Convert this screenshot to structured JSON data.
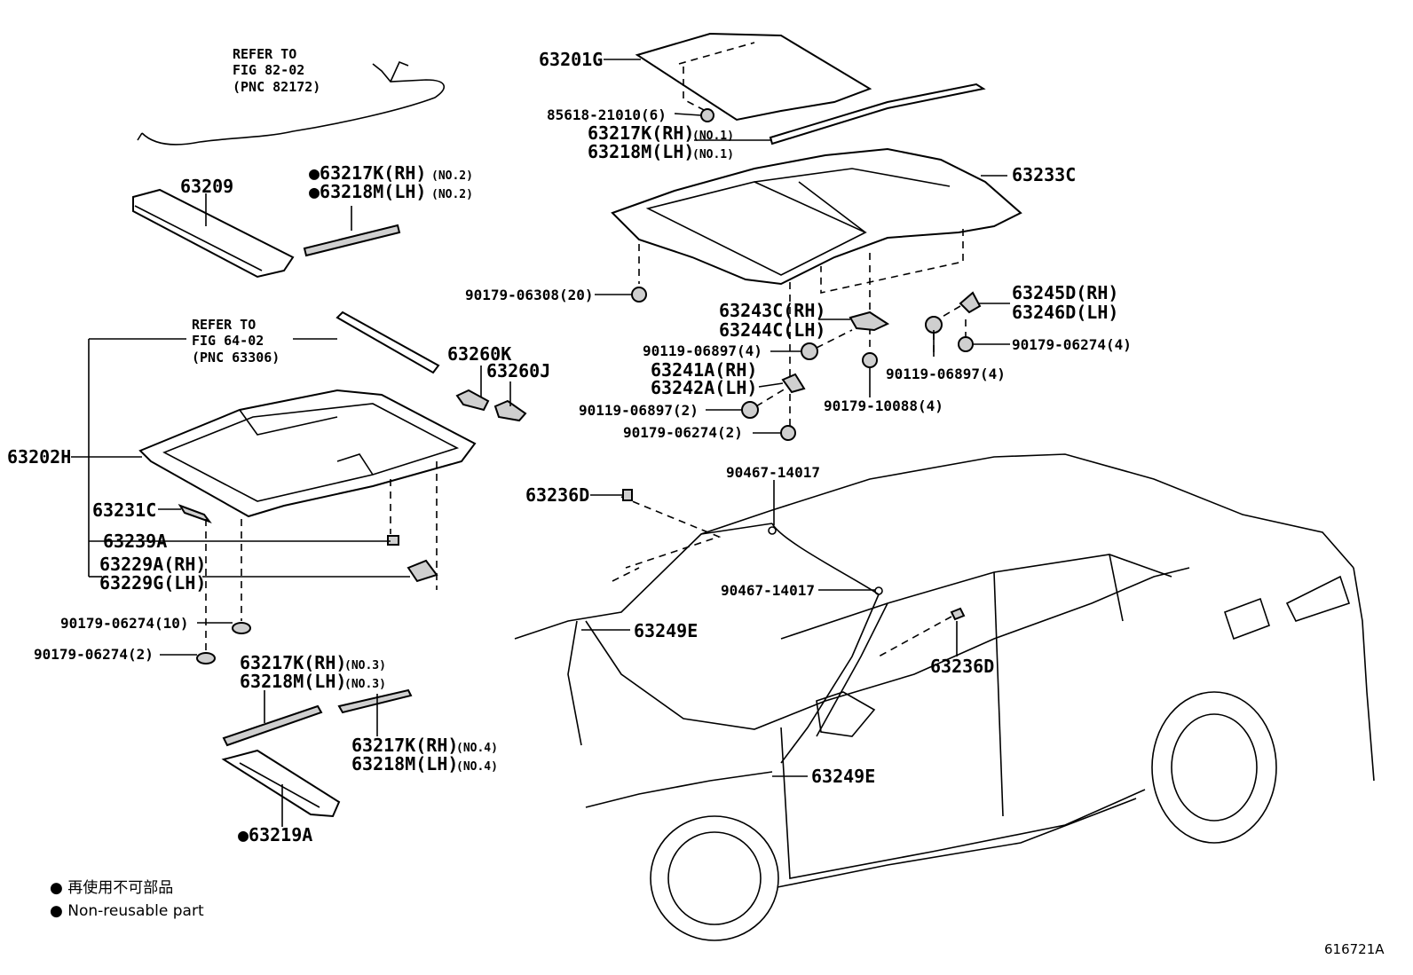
{
  "refs": {
    "ref1": [
      "REFER TO",
      "FIG 82-02",
      "(PNC 82172)"
    ],
    "ref2": [
      "REFER TO",
      "FIG 64-02",
      "(PNC 63306)"
    ]
  },
  "labels": {
    "p63201G": "63201G",
    "p85618": "85618-21010(6)",
    "p63217K_no1": "63217K(RH)",
    "p63217K_no1_suffix": "(NO.1)",
    "p63218M_no1": "63218M(LH)",
    "p63218M_no1_suffix": "(NO.1)",
    "p63233C": "63233C",
    "p63209": "63209",
    "p63217K_no2": "●63217K(RH)",
    "p63217K_no2_suffix": "(NO.2)",
    "p63218M_no2": "●63218M(LH)",
    "p63218M_no2_suffix": "(NO.2)",
    "p90179_06308": "90179-06308(20)",
    "p63245D": "63245D(RH)",
    "p63246D": "63246D(LH)",
    "p63243C": "63243C(RH)",
    "p63244C": "63244C(LH)",
    "p90119_06897_4a": "90119-06897(4)",
    "p90179_06274_4": "90179-06274(4)",
    "p63260K": "63260K",
    "p63260J": "63260J",
    "p63241A": "63241A(RH)",
    "p63242A": "63242A(LH)",
    "p90119_06897_4b": "90119-06897(4)",
    "p90119_06897_2": "90119-06897(2)",
    "p90179_10088": "90179-10088(4)",
    "p90179_06274_2a": "90179-06274(2)",
    "p63202H": "63202H",
    "p63236D_a": "63236D",
    "p90467_a": "90467-14017",
    "p63231C": "63231C",
    "p63239A": "63239A",
    "p63229A": "63229A(RH)",
    "p63229G": "63229G(LH)",
    "p90467_b": "90467-14017",
    "p90179_06274_10": "90179-06274(10)",
    "p63249E_a": "63249E",
    "p63236D_b": "63236D",
    "p90179_06274_2b": "90179-06274(2)",
    "p63217K_no3": "63217K(RH)",
    "p63217K_no3_suffix": "(NO.3)",
    "p63218M_no3": "63218M(LH)",
    "p63218M_no3_suffix": "(NO.3)",
    "p63217K_no4": "63217K(RH)",
    "p63217K_no4_suffix": "(NO.4)",
    "p63218M_no4": "63218M(LH)",
    "p63218M_no4_suffix": "(NO.4)",
    "p63249E_b": "63249E",
    "p63219A": "●63219A"
  },
  "legend": {
    "jp": "● 再使用不可部品",
    "en": "● Non-reusable part"
  },
  "figure_id": "616721A"
}
